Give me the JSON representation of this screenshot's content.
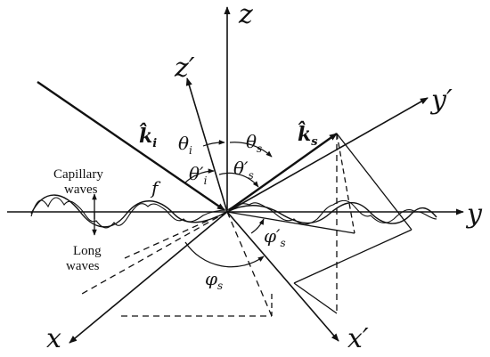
{
  "diagram": {
    "axes": {
      "z": "z",
      "z_prime": "z′",
      "y": "y",
      "y_prime": "y′",
      "x": "x",
      "x_prime": "x′"
    },
    "vectors": {
      "incident": "k̂",
      "incident_sub": "i",
      "scattered": "k̂",
      "scattered_sub": "s"
    },
    "angles": {
      "theta_i": "θ",
      "theta_i_sub": "i",
      "theta_s": "θ",
      "theta_s_sub": "s",
      "theta_i_prime": "θ′",
      "theta_i_prime_sub": "i",
      "theta_s_prime": "θ′",
      "theta_s_prime_sub": "s",
      "phi_s": "φ",
      "phi_s_sub": "s",
      "phi_s_prime": "φ′",
      "phi_s_prime_sub": "s"
    },
    "labels": {
      "f": "f",
      "capillary_1": "Capillary",
      "capillary_2": "waves",
      "long_1": "Long",
      "long_2": "waves"
    },
    "colors": {
      "stroke": "#111111",
      "background": "#ffffff"
    }
  }
}
